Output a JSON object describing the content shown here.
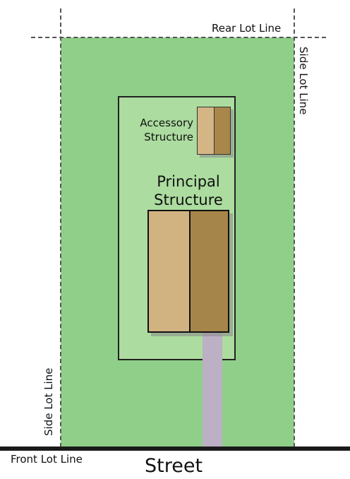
{
  "labels": {
    "rear_lot_line": "Rear Lot Line",
    "side_lot_line_right": "Side Lot Line",
    "side_lot_line_left": "Side Lot Line",
    "front_lot_line": "Front Lot Line",
    "street": "Street",
    "accessory_structure": "Accessory Structure",
    "principal_structure": "Principal Structure"
  },
  "colors": {
    "lot": "#8fcf8a",
    "building_envelope": "#acdc9f",
    "driveway": "#bcb0c4",
    "roof_light": "#d1b382",
    "roof_dark": "#a6854a"
  }
}
